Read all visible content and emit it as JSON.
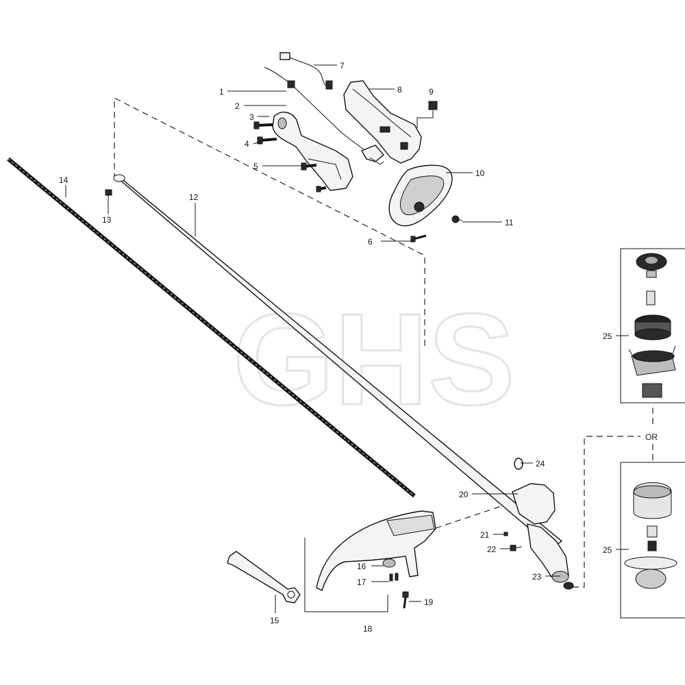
{
  "watermark": "GHS",
  "or_label": "OR",
  "callouts": [
    {
      "id": "c1",
      "text": "1"
    },
    {
      "id": "c2",
      "text": "2"
    },
    {
      "id": "c3",
      "text": "3"
    },
    {
      "id": "c4",
      "text": "4"
    },
    {
      "id": "c5",
      "text": "5"
    },
    {
      "id": "c6",
      "text": "6"
    },
    {
      "id": "c7",
      "text": "7"
    },
    {
      "id": "c8",
      "text": "8"
    },
    {
      "id": "c9",
      "text": "9"
    },
    {
      "id": "c10",
      "text": "10"
    },
    {
      "id": "c11",
      "text": "11"
    },
    {
      "id": "c12",
      "text": "12"
    },
    {
      "id": "c13",
      "text": "13"
    },
    {
      "id": "c14",
      "text": "14"
    },
    {
      "id": "c15",
      "text": "15"
    },
    {
      "id": "c16",
      "text": "16"
    },
    {
      "id": "c17",
      "text": "17"
    },
    {
      "id": "c18",
      "text": "18"
    },
    {
      "id": "c19",
      "text": "19"
    },
    {
      "id": "c20",
      "text": "20"
    },
    {
      "id": "c21",
      "text": "21"
    },
    {
      "id": "c22",
      "text": "22"
    },
    {
      "id": "c23",
      "text": "23"
    },
    {
      "id": "c24",
      "text": "24"
    },
    {
      "id": "c25a",
      "text": "25"
    },
    {
      "id": "c25b",
      "text": "25"
    }
  ]
}
